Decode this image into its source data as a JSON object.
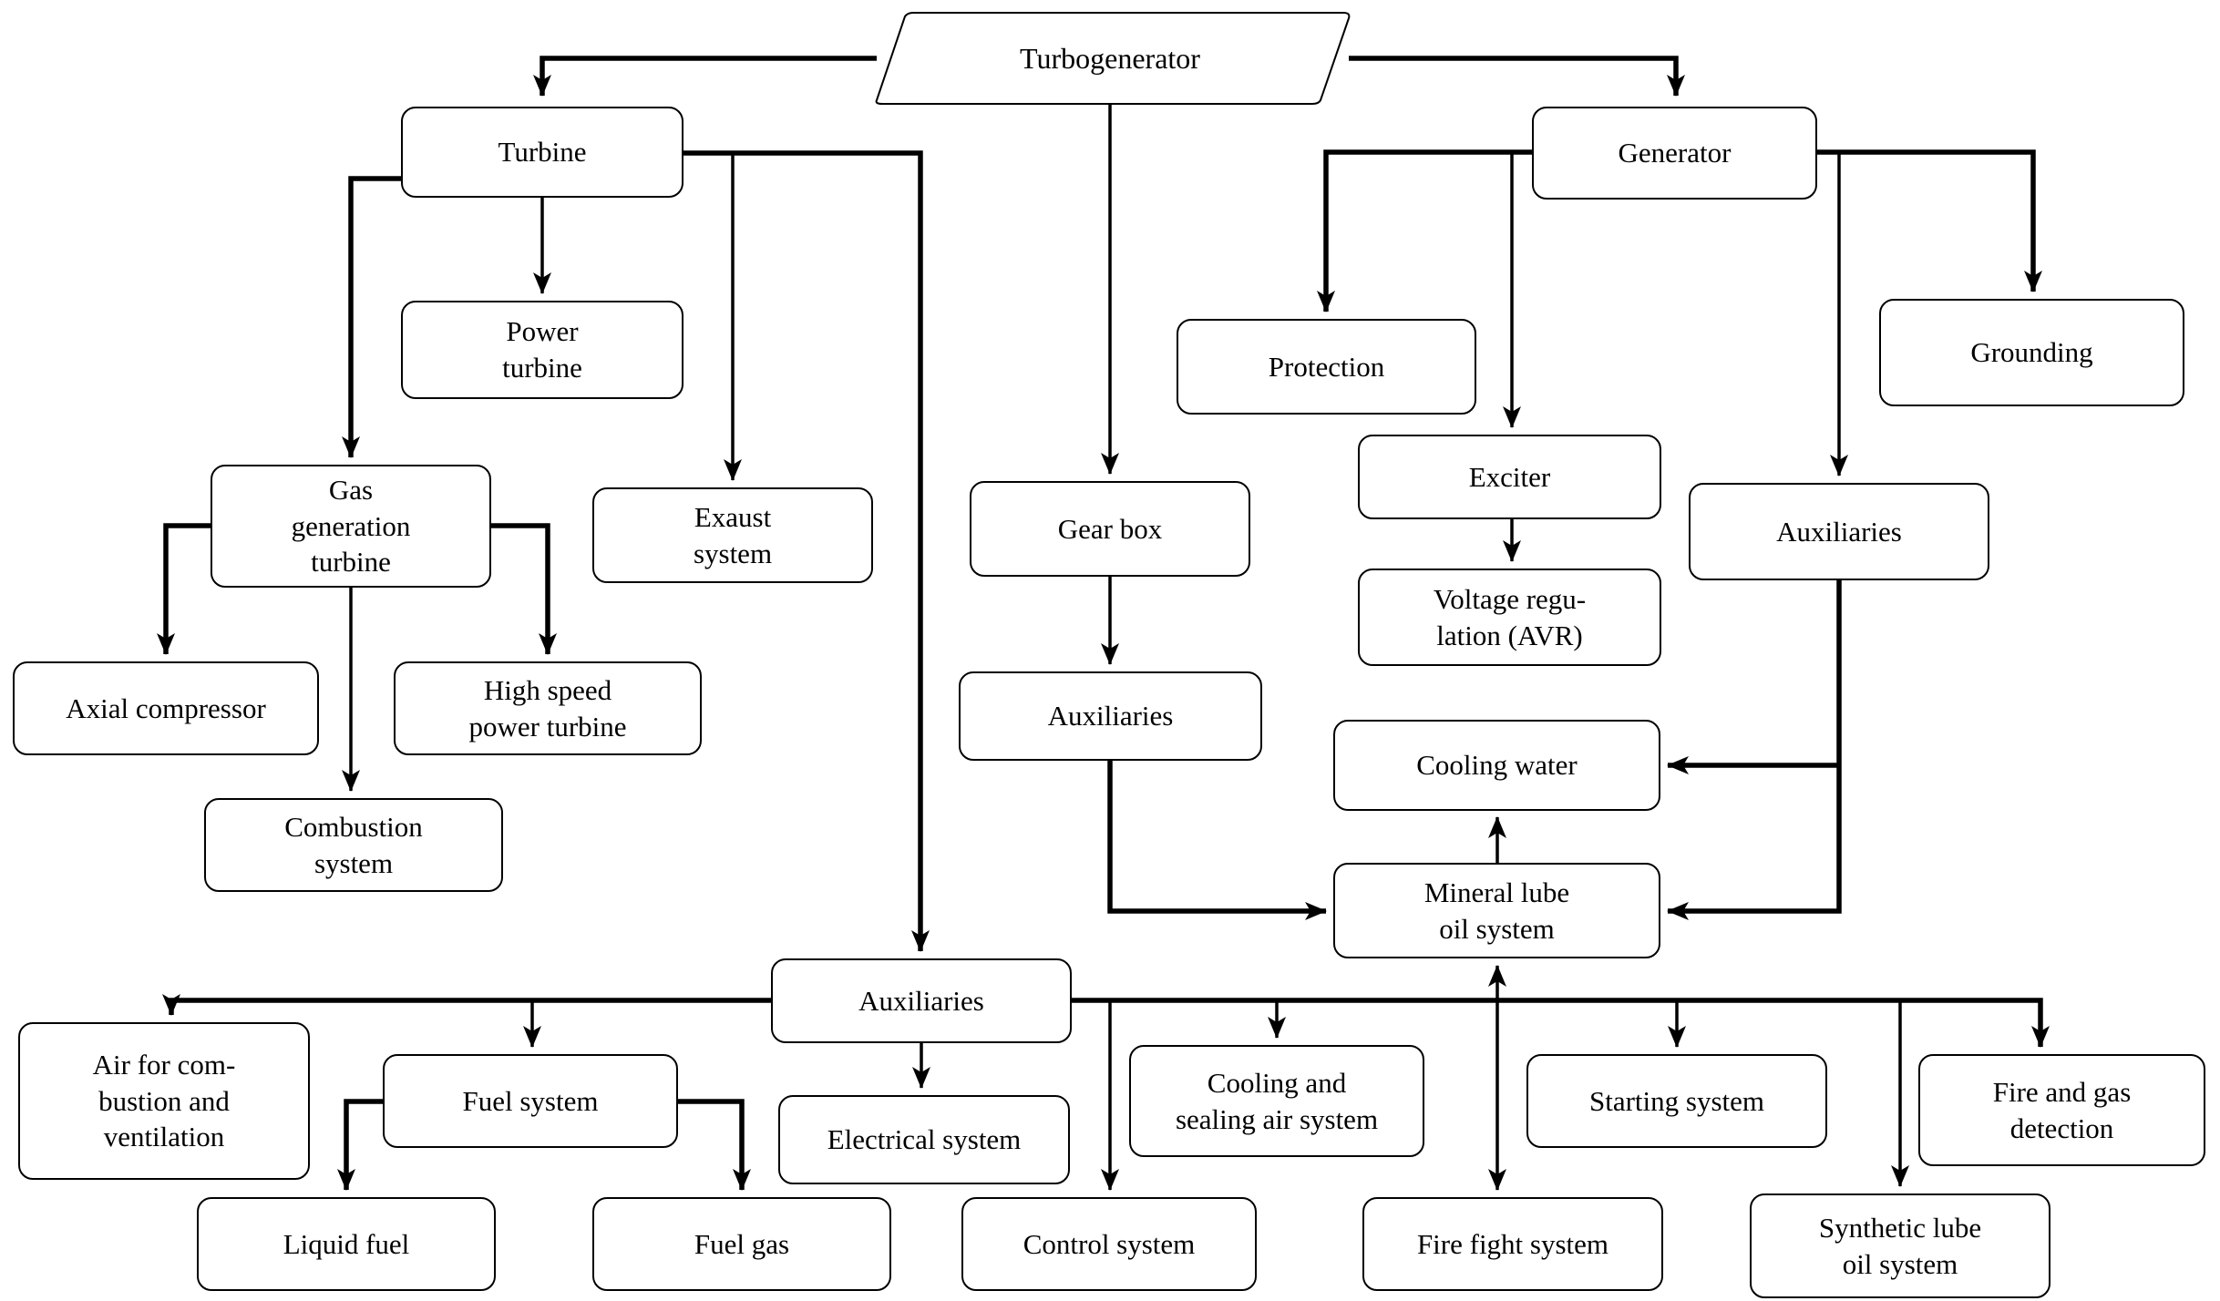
{
  "diagram": {
    "title": "Turbogenerator",
    "colors": {
      "line": "#000000",
      "box_border": "#000000",
      "background": "#ffffff",
      "text": "#000000"
    },
    "nodes": {
      "turbogenerator": {
        "label": "Turbogenerator",
        "shape": "parallelogram"
      },
      "turbine": {
        "label": "Turbine"
      },
      "generator": {
        "label": "Generator"
      },
      "power_turbine": {
        "label": "Power\nturbine"
      },
      "protection": {
        "label": "Protection"
      },
      "grounding": {
        "label": "Grounding"
      },
      "gas_generation_turbine": {
        "label": "Gas\ngeneration\nturbine"
      },
      "exaust_system": {
        "label": "Exaust\nsystem"
      },
      "gear_box": {
        "label": "Gear box"
      },
      "exciter": {
        "label": "Exciter"
      },
      "auxiliaries_right": {
        "label": "Auxiliaries"
      },
      "voltage_regulation_avr": {
        "label": "Voltage regu-\nlation (AVR)"
      },
      "axial_compressor": {
        "label": "Axial compressor"
      },
      "high_speed_power_turbine": {
        "label": "High speed\npower turbine"
      },
      "combustion_system": {
        "label": "Combustion\nsystem"
      },
      "auxiliaries_gearbox": {
        "label": "Auxiliaries"
      },
      "cooling_water": {
        "label": "Cooling water"
      },
      "mineral_lube_oil_system": {
        "label": "Mineral lube\noil system"
      },
      "auxiliaries_center": {
        "label": "Auxiliaries"
      },
      "air_for_combustion": {
        "label": "Air for com-\nbustion and\nventilation"
      },
      "fuel_system": {
        "label": "Fuel system"
      },
      "electrical_system": {
        "label": "Electrical system"
      },
      "cooling_sealing_air": {
        "label": "Cooling and\nsealing air system"
      },
      "starting_system": {
        "label": "Starting system"
      },
      "fire_gas_detection": {
        "label": "Fire and gas\ndetection"
      },
      "liquid_fuel": {
        "label": "Liquid fuel"
      },
      "fuel_gas": {
        "label": "Fuel gas"
      },
      "control_system": {
        "label": "Control system"
      },
      "fire_fight_system": {
        "label": "Fire fight system"
      },
      "synthetic_lube_oil_system": {
        "label": "Synthetic lube\noil system"
      }
    },
    "edges": [
      {
        "from": "turbogenerator",
        "to": "turbine"
      },
      {
        "from": "turbogenerator",
        "to": "generator"
      },
      {
        "from": "turbogenerator",
        "to": "gear_box"
      },
      {
        "from": "turbine",
        "to": "power_turbine"
      },
      {
        "from": "turbine",
        "to": "gas_generation_turbine"
      },
      {
        "from": "turbine",
        "to": "exaust_system"
      },
      {
        "from": "turbine",
        "to": "auxiliaries_center"
      },
      {
        "from": "gas_generation_turbine",
        "to": "axial_compressor"
      },
      {
        "from": "gas_generation_turbine",
        "to": "high_speed_power_turbine"
      },
      {
        "from": "gas_generation_turbine",
        "to": "combustion_system"
      },
      {
        "from": "generator",
        "to": "protection"
      },
      {
        "from": "generator",
        "to": "exciter"
      },
      {
        "from": "generator",
        "to": "grounding"
      },
      {
        "from": "generator",
        "to": "auxiliaries_right"
      },
      {
        "from": "exciter",
        "to": "voltage_regulation_avr"
      },
      {
        "from": "gear_box",
        "to": "auxiliaries_gearbox"
      },
      {
        "from": "auxiliaries_gearbox",
        "to": "mineral_lube_oil_system"
      },
      {
        "from": "auxiliaries_right",
        "to": "cooling_water"
      },
      {
        "from": "auxiliaries_right",
        "to": "mineral_lube_oil_system"
      },
      {
        "from": "mineral_lube_oil_system",
        "to": "cooling_water"
      },
      {
        "from": "auxiliaries_center",
        "to": "electrical_system"
      },
      {
        "from": "auxiliaries_center",
        "to": "air_for_combustion"
      },
      {
        "from": "auxiliaries_center",
        "to": "fuel_system"
      },
      {
        "from": "auxiliaries_center",
        "to": "control_system"
      },
      {
        "from": "auxiliaries_center",
        "to": "cooling_sealing_air"
      },
      {
        "from": "auxiliaries_center",
        "to": "mineral_lube_oil_system"
      },
      {
        "from": "auxiliaries_center",
        "to": "fire_fight_system"
      },
      {
        "from": "auxiliaries_center",
        "to": "starting_system"
      },
      {
        "from": "auxiliaries_center",
        "to": "synthetic_lube_oil_system"
      },
      {
        "from": "auxiliaries_center",
        "to": "fire_gas_detection"
      },
      {
        "from": "fuel_system",
        "to": "liquid_fuel"
      },
      {
        "from": "fuel_system",
        "to": "fuel_gas"
      }
    ]
  }
}
